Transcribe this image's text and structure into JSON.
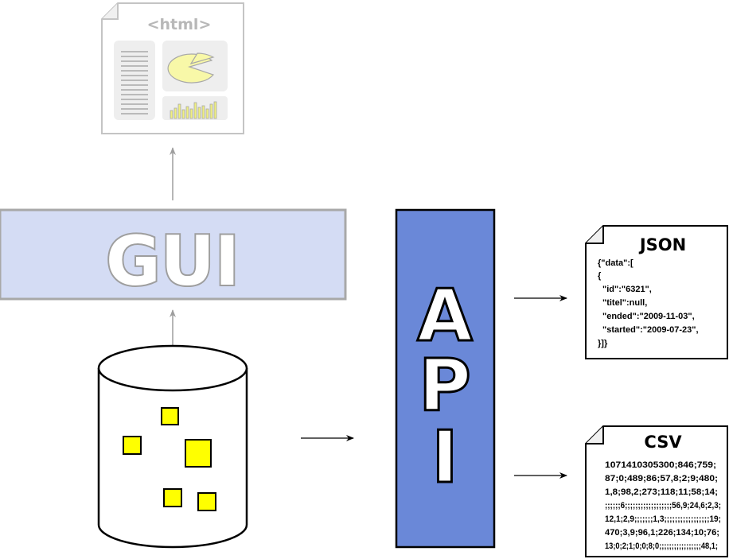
{
  "html_doc": {
    "title": "<html>"
  },
  "gui": {
    "label": "GUI"
  },
  "api": {
    "letters": [
      "A",
      "P",
      "I"
    ]
  },
  "json_doc": {
    "title": "JSON",
    "lines": [
      "{\"data\":[",
      "{",
      "  \"id\":\"6321\",",
      "  \"titel\":null,",
      "  \"ended\":\"2009-11-03\",",
      "  \"started\":\"2009-07-23\",",
      "}]}"
    ]
  },
  "csv_doc": {
    "title": "CSV",
    "lines": [
      "1071410305300;846;759;",
      "87;0;489;86;57,8;2;9;480;",
      "1,8;98,2;273;118;11;58;14;",
      ";;;;;;6;;;;;;;;;;;;;;;;;;56,9;24,6;2,3;",
      "12,1;2,9;;;;;;;1,3;;;;;;;;;;;;;;;;;19;",
      "470;3,9;96,1;226;134;10;76;",
      "13;0;2;1;0;0;8;0;;;;;;;;;;;;;;;;;48,1;"
    ]
  },
  "colors": {
    "gui_fill": "#d4dcf4",
    "gui_stroke": "#a8a8a8",
    "api_fill": "#6a88d8",
    "square_fill": "#ffff00",
    "pie_fill": "#f8f8a8"
  }
}
